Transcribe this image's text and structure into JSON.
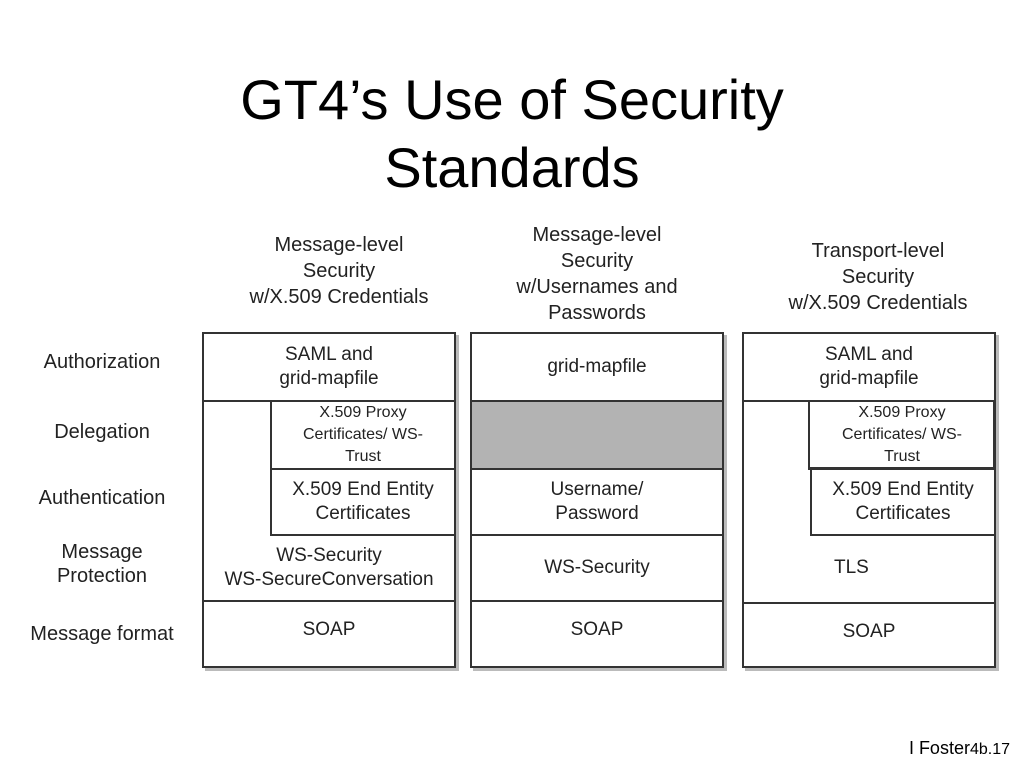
{
  "title": {
    "line1": "GT4’s Use of Security",
    "line2": "Standards"
  },
  "columns": [
    {
      "header": [
        "Message-level",
        "Security",
        "w/X.509 Credentials"
      ]
    },
    {
      "header": [
        "Message-level",
        "Security",
        "w/Usernames and",
        "Passwords"
      ]
    },
    {
      "header": [
        "Transport-level",
        "Security",
        "w/X.509 Credentials"
      ]
    }
  ],
  "rows": {
    "authorization": "Authorization",
    "delegation": "Delegation",
    "authentication": "Authentication",
    "protection": [
      "Message",
      "Protection"
    ],
    "format": "Message format"
  },
  "cells": {
    "c1_authz": [
      "SAML and",
      "grid-mapfile"
    ],
    "c1_deleg": [
      "X.509 Proxy",
      "Certificates/ WS-",
      "Trust"
    ],
    "c1_authn": [
      "X.509 End Entity",
      "Certificates"
    ],
    "c1_prot": [
      "WS-Security",
      "WS-SecureConversation"
    ],
    "c1_fmt": "SOAP",
    "c2_authz": "grid-mapfile",
    "c2_authn": [
      "Username/",
      "Password"
    ],
    "c2_prot": "WS-Security",
    "c2_fmt": "SOAP",
    "c3_authz": [
      "SAML and",
      "grid-mapfile"
    ],
    "c3_deleg": [
      "X.509 Proxy",
      "Certificates/ WS-",
      "Trust"
    ],
    "c3_authn": [
      "X.509 End Entity",
      "Certificates"
    ],
    "c3_prot": "TLS",
    "c3_fmt": "SOAP"
  },
  "footer": {
    "author": "I Foster",
    "page": "4b.17"
  }
}
